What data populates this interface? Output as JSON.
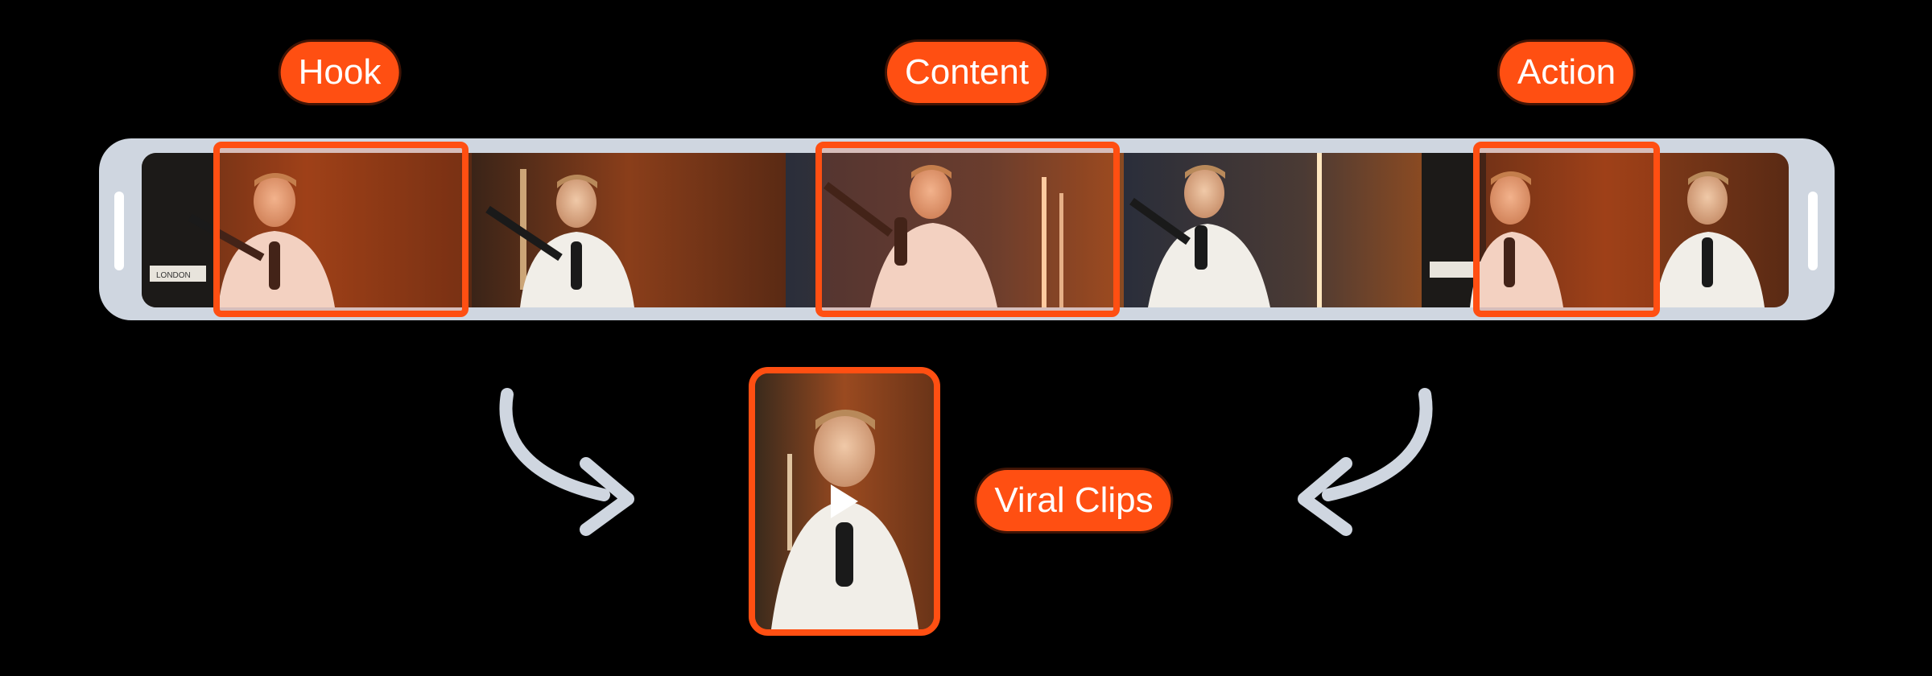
{
  "labels": {
    "hook": "Hook",
    "content": "Content",
    "action": "Action",
    "viral_clips": "Viral Clips"
  },
  "thumb_text": {
    "london": "LONDON"
  },
  "colors": {
    "accent": "#ff4f12",
    "track": "#cfd6e0",
    "background": "#000000",
    "arrow": "#cfd6e0"
  },
  "icons": {
    "play": "play-icon",
    "curved_arrow": "curved-arrow-icon"
  }
}
